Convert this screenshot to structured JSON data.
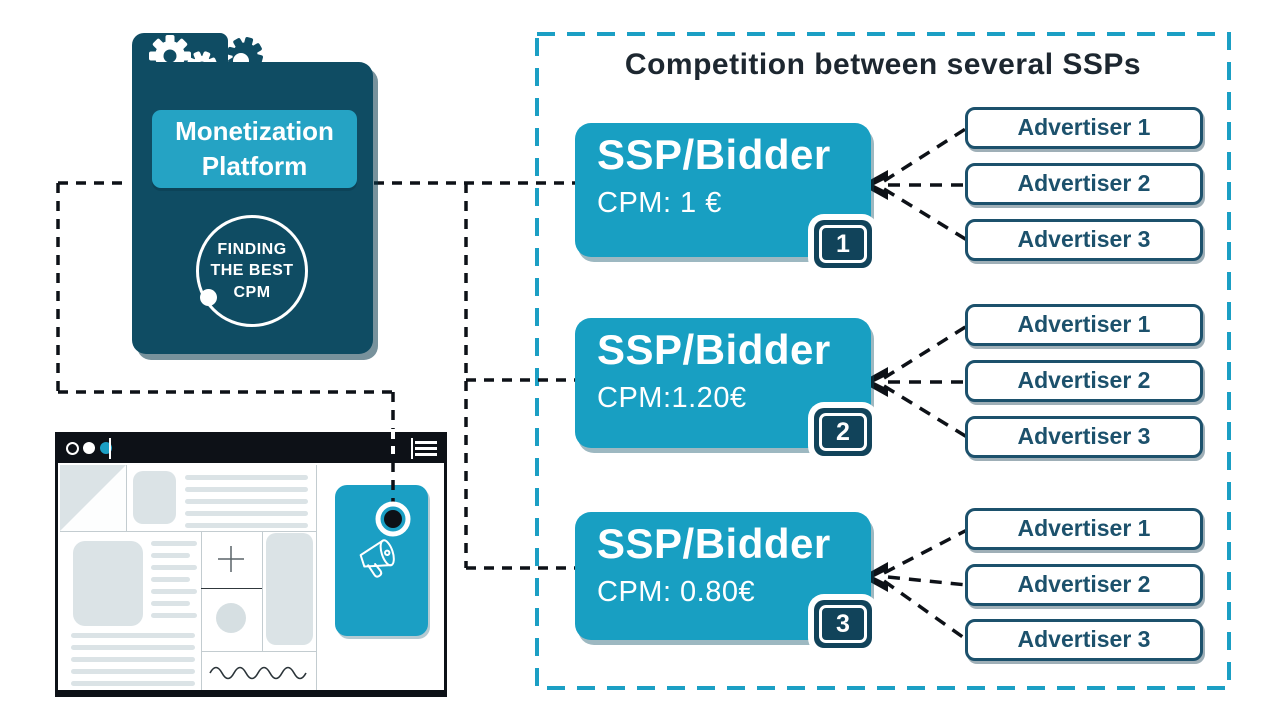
{
  "colors": {
    "teal": "#189fc2",
    "dark_teal": "#0f4c63",
    "badge_navy": "#11435a",
    "advertiser_ink": "#1c516c",
    "ink": "#0d1117",
    "title_ink": "#1d2730",
    "wireframe_gray": "#dbe3e6"
  },
  "platform": {
    "label_line1": "Monetization",
    "label_line2": "Platform",
    "circle_line1": "FINDING",
    "circle_line2": "THE BEST",
    "circle_line3": "CPM"
  },
  "competition": {
    "title": "Competition between several SSPs",
    "ssps": [
      {
        "name": "SSP/Bidder",
        "cpm": "CPM: 1 €",
        "rank": "1"
      },
      {
        "name": "SSP/Bidder",
        "cpm": "CPM:1.20€",
        "rank": "2"
      },
      {
        "name": "SSP/Bidder",
        "cpm": "CPM: 0.80€",
        "rank": "3"
      }
    ],
    "groups": [
      {
        "advertisers": [
          "Advertiser 1",
          "Advertiser 2",
          "Advertiser 3"
        ]
      },
      {
        "advertisers": [
          "Advertiser 1",
          "Advertiser 2",
          "Advertiser 3"
        ]
      },
      {
        "advertisers": [
          "Advertiser 1",
          "Advertiser 2",
          "Advertiser 3"
        ]
      }
    ]
  },
  "icons": {
    "gears": "gear-icon",
    "corner_gear": "gear-icon",
    "window_dots": "window-dots-icon",
    "menu": "hamburger-menu-icon",
    "megaphone": "megaphone-icon",
    "target": "target-icon",
    "plus": "plus-icon",
    "wave": "wave-icon"
  }
}
